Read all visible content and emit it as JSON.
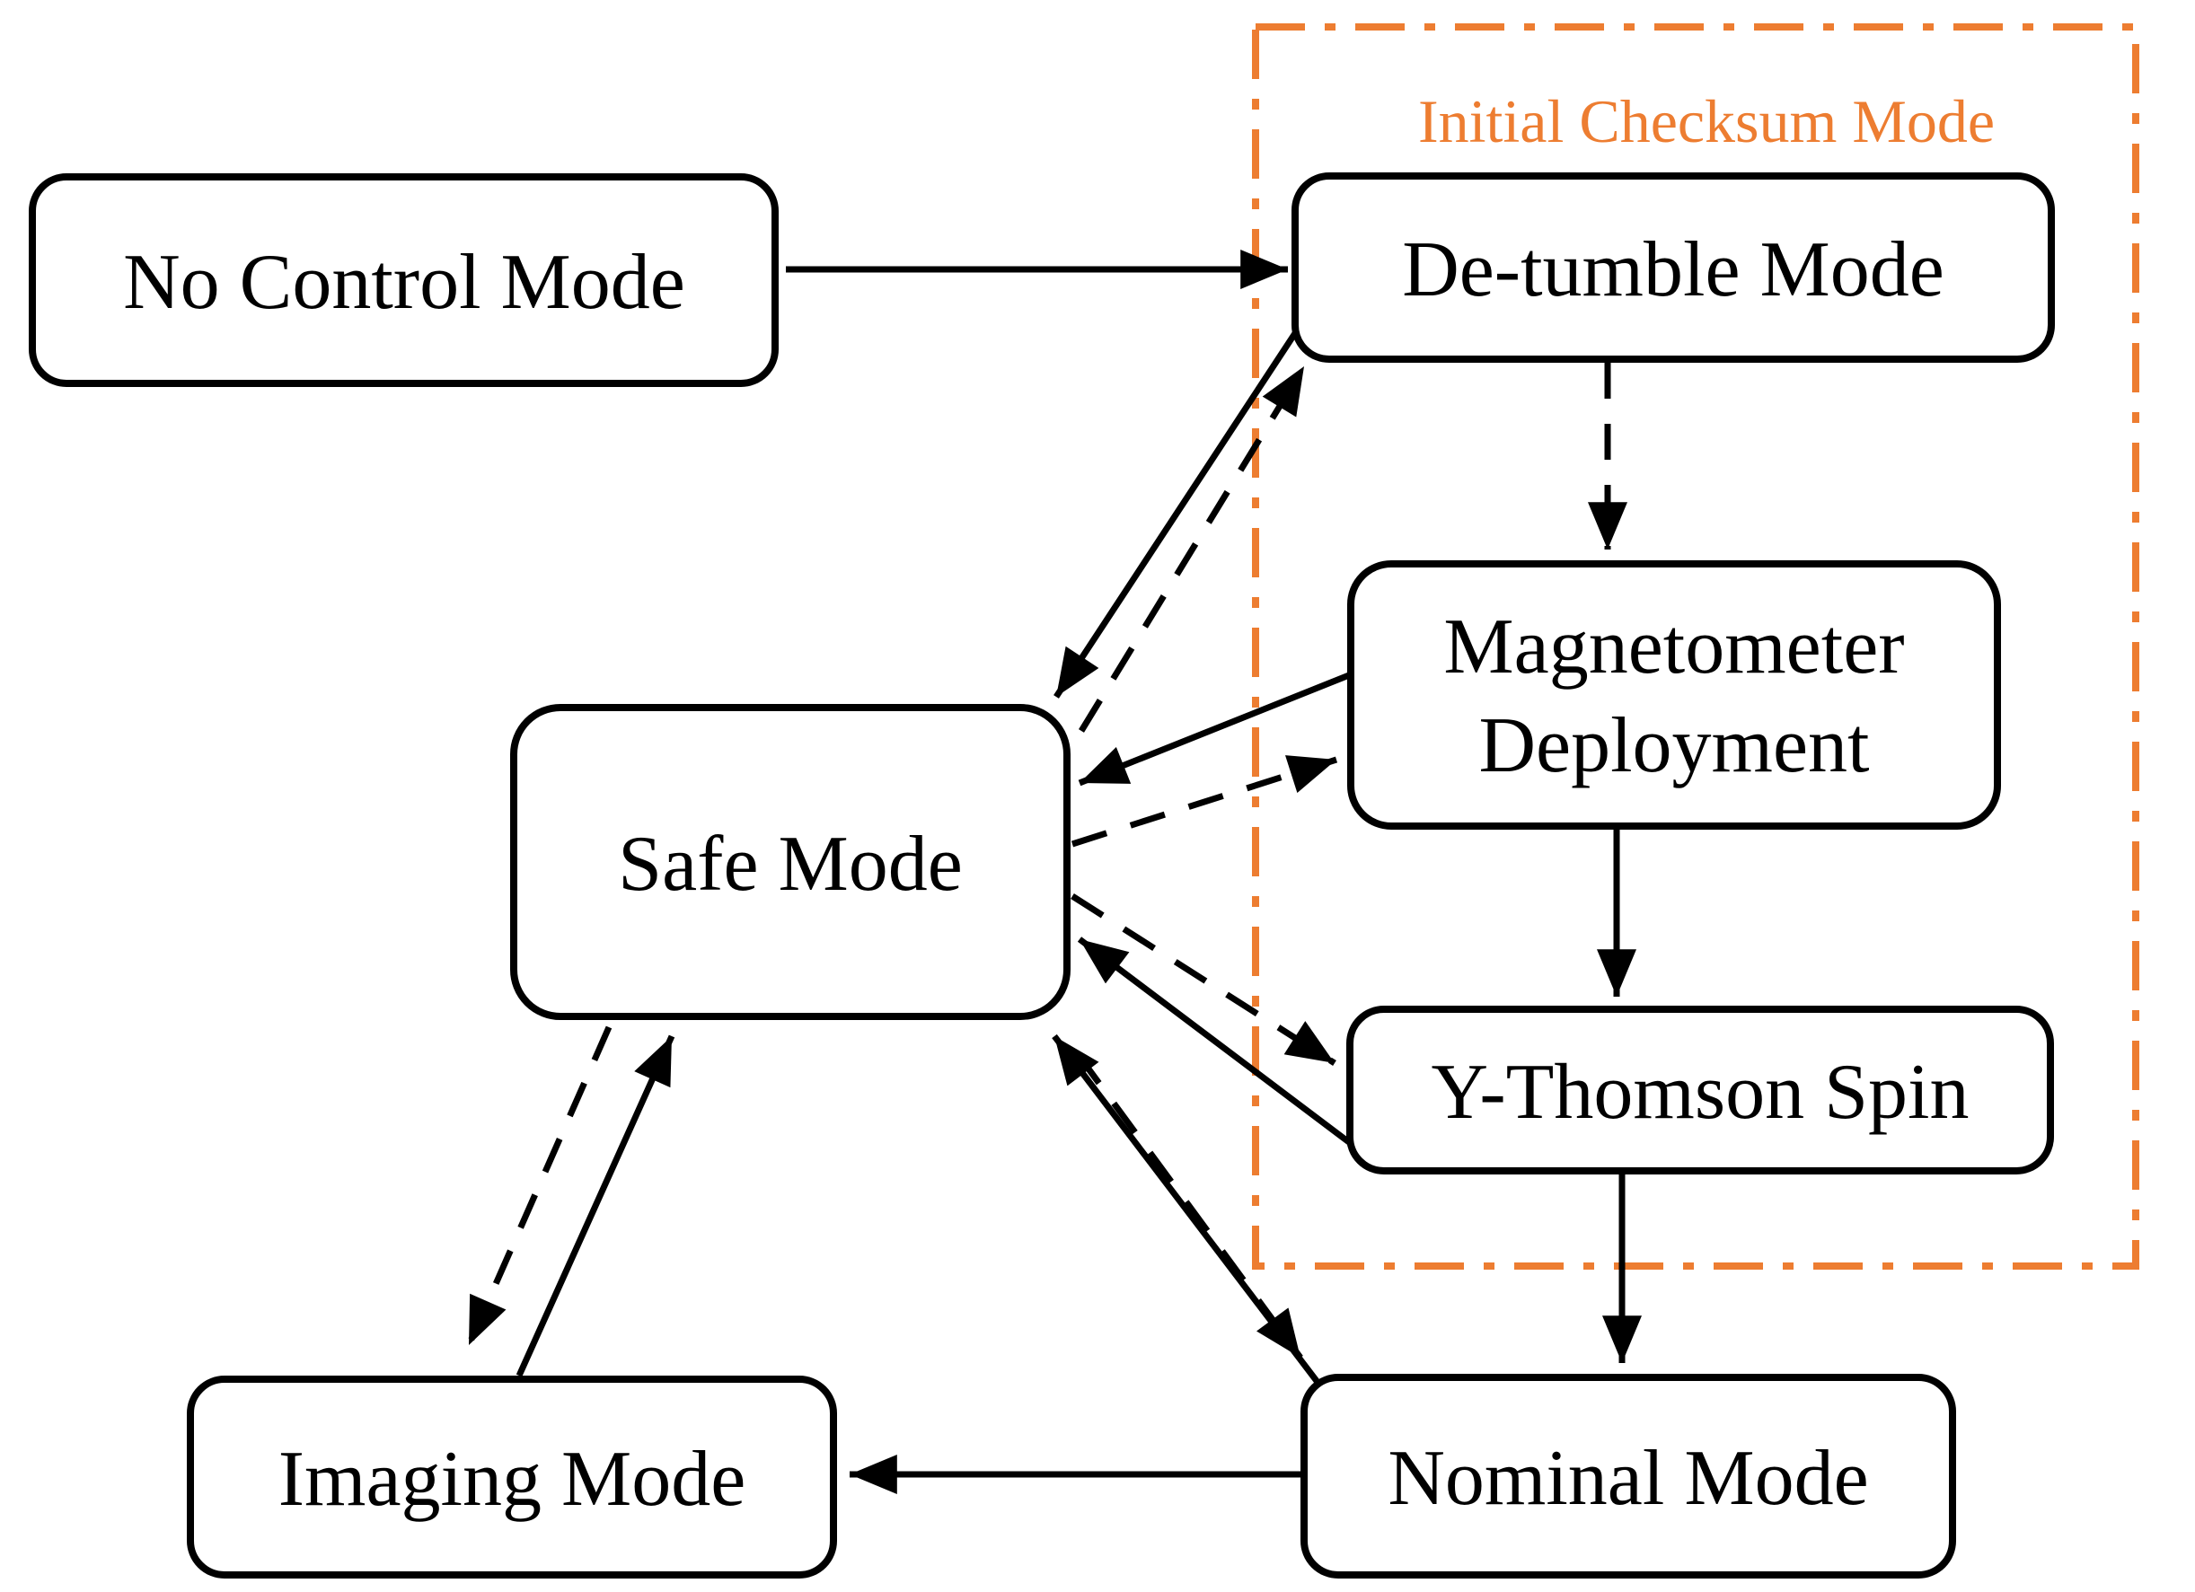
{
  "diagram": {
    "type": "state-transition-diagram",
    "background_color": "#ffffff",
    "line_color": "#000000",
    "accent_color": "#ED7D31",
    "group": {
      "label": "Initial Checksum Mode",
      "contains": [
        "detumble",
        "magnetometer",
        "ythomson"
      ]
    },
    "nodes": {
      "no_control": {
        "label": "No Control Mode"
      },
      "detumble": {
        "label": "De-tumble Mode"
      },
      "magnetometer": {
        "label_line1": "Magnetometer",
        "label_line2": "Deployment"
      },
      "ythomson": {
        "label": "Y-Thomson Spin"
      },
      "safe": {
        "label": "Safe Mode"
      },
      "imaging": {
        "label": "Imaging Mode"
      },
      "nominal": {
        "label": "Nominal Mode"
      }
    },
    "edges": [
      {
        "from": "no_control",
        "to": "detumble",
        "style": "solid"
      },
      {
        "from": "detumble",
        "to": "magnetometer",
        "style": "dashed"
      },
      {
        "from": "magnetometer",
        "to": "ythomson",
        "style": "solid"
      },
      {
        "from": "ythomson",
        "to": "nominal",
        "style": "solid"
      },
      {
        "from": "detumble",
        "to": "safe",
        "style": "solid"
      },
      {
        "from": "safe",
        "to": "detumble",
        "style": "dashed"
      },
      {
        "from": "magnetometer",
        "to": "safe",
        "style": "solid"
      },
      {
        "from": "safe",
        "to": "magnetometer",
        "style": "dashed"
      },
      {
        "from": "ythomson",
        "to": "safe",
        "style": "solid"
      },
      {
        "from": "safe",
        "to": "ythomson",
        "style": "dashed"
      },
      {
        "from": "nominal",
        "to": "safe",
        "style": "solid"
      },
      {
        "from": "safe",
        "to": "nominal",
        "style": "dashed"
      },
      {
        "from": "imaging",
        "to": "safe",
        "style": "solid"
      },
      {
        "from": "safe",
        "to": "imaging",
        "style": "dashed"
      },
      {
        "from": "nominal",
        "to": "imaging",
        "style": "solid"
      }
    ]
  }
}
